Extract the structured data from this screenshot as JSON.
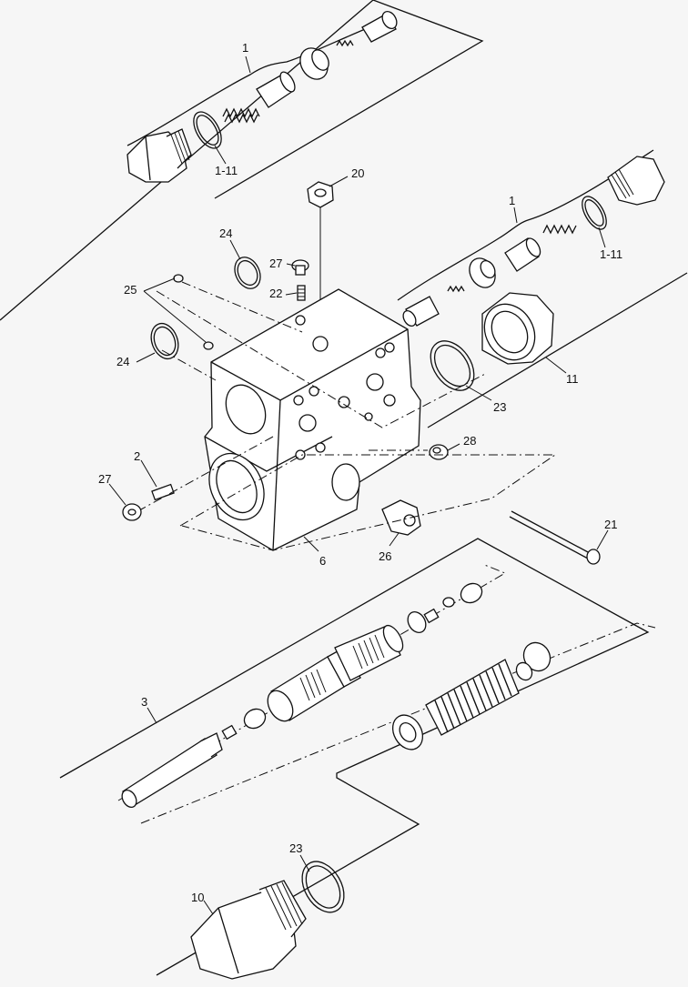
{
  "diagram": {
    "callouts": {
      "c1_top": "1",
      "c1_11_top": "1-11",
      "c20": "20",
      "c1_right": "1",
      "c1_11_right": "1-11",
      "c24_top": "24",
      "c27_top": "27",
      "c22": "22",
      "c25": "25",
      "c24_left": "24",
      "c11": "11",
      "c23_right": "23",
      "c28": "28",
      "c2": "2",
      "c27_left": "27",
      "c26": "26",
      "c6": "6",
      "c21": "21",
      "c3": "3",
      "c23_bottom": "23",
      "c10": "10"
    }
  }
}
